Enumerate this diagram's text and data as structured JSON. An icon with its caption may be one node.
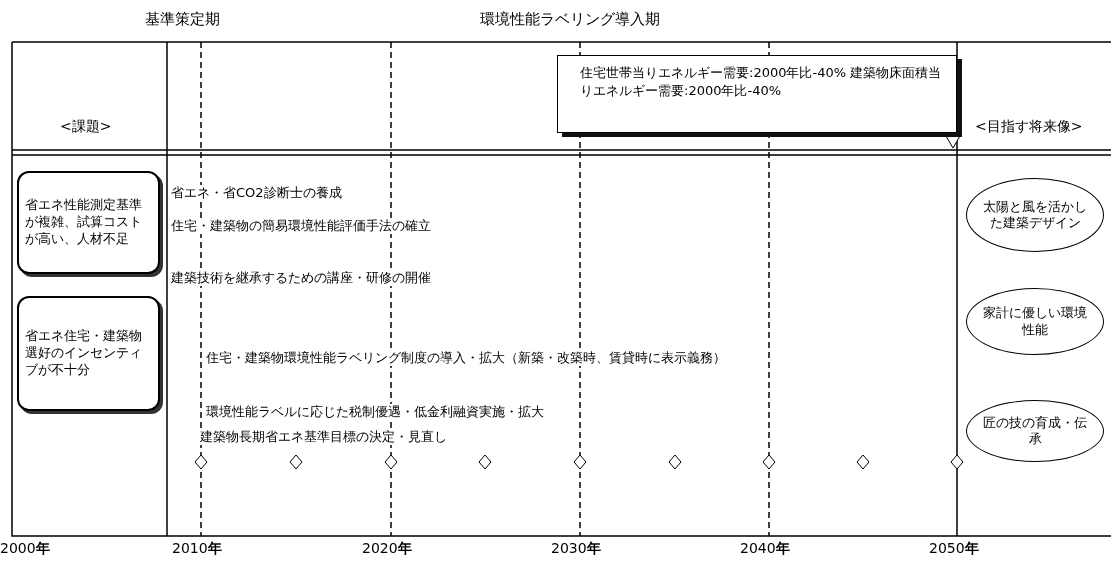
{
  "diagram": {
    "nodes": [
      {
        "text": [
          "省エネ性能測定基準が複雑、試算コストが高い、人材不足"
        ]
      },
      {
        "text": [
          "省エネ住宅・建築物選好のインセンティブが不十分"
        ]
      },
      {
        "text": [
          "住宅世帯当りエネルギー需要:2000年比-40% 建築物床面積当りエネルギー需要:2000年比-40%"
        ]
      },
      {
        "text": [
          "太陽と風を活かした建築デザイン"
        ]
      },
      {
        "text": [
          "家計に優しい環境性能"
        ]
      },
      {
        "text": [
          "匠の技の育成・伝承"
        ]
      }
    ],
    "labels": [
      "基準策定期",
      "環境性能ラベリング導入期",
      "<課題>",
      "<目指す将来像>",
      "省エネ・省CO2診断士の養成",
      "住宅・建築物の簡易環境性能評価手法の確立",
      "建築技術を継承するための講座・研修の開催",
      "住宅・建築物環境性能ラベリング制度の導入・拡大（新築・改築時、賃貸時に表示義務）",
      "環境性能ラベルに応じた税制優遇・低金利融資実施・拡大",
      "建築物長期省エネ基準目標の決定・見直し",
      "2000**年**",
      "2010**年**",
      "2020**年**",
      "2030**年**",
      "2040**年**",
      "2050**年**"
    ]
  }
}
